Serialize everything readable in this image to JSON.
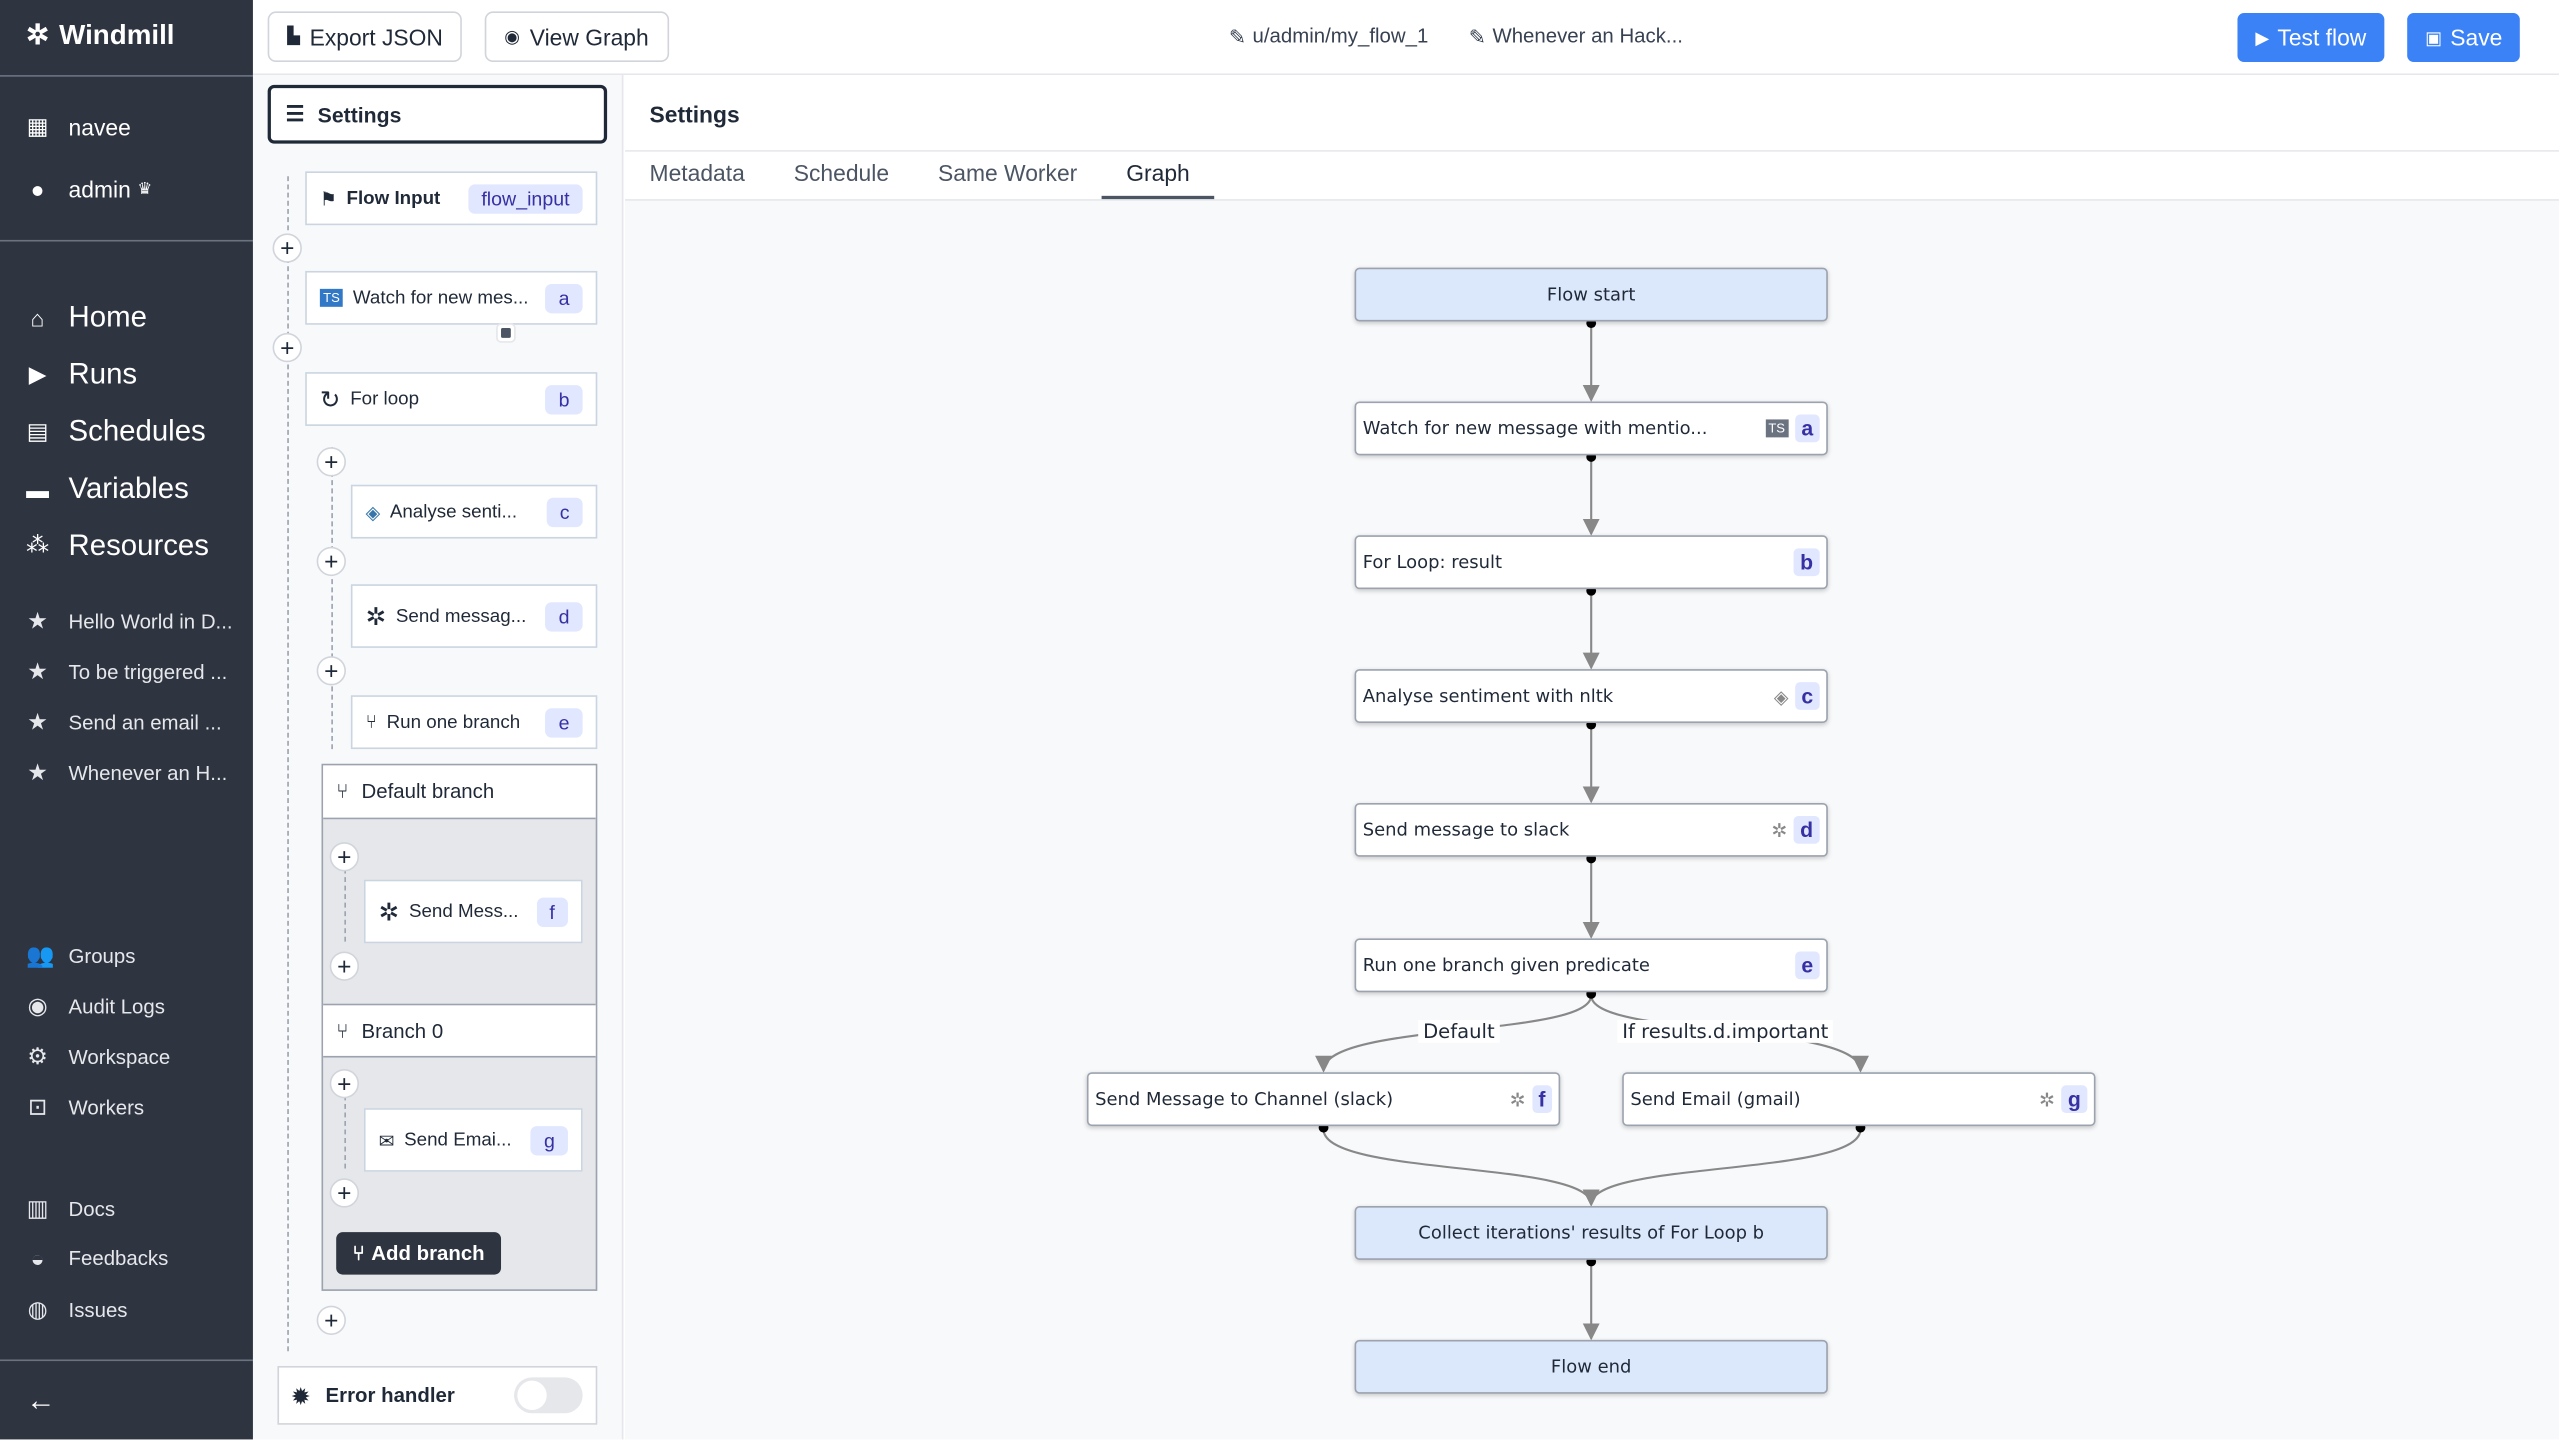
{
  "app": {
    "name": "Windmill"
  },
  "sidebar": {
    "workspace": "navee",
    "user": "admin",
    "nav": [
      {
        "label": "Home",
        "icon": "home-icon"
      },
      {
        "label": "Runs",
        "icon": "play-icon"
      },
      {
        "label": "Schedules",
        "icon": "calendar-icon"
      },
      {
        "label": "Variables",
        "icon": "wallet-icon"
      },
      {
        "label": "Resources",
        "icon": "cubes-icon"
      }
    ],
    "favorites": [
      "Hello World in D...",
      "To be triggered ...",
      "Send an email ...",
      "Whenever an H..."
    ],
    "admin": [
      "Groups",
      "Audit Logs",
      "Workspace",
      "Workers"
    ],
    "help": [
      "Docs",
      "Feedbacks",
      "Issues"
    ]
  },
  "topbar": {
    "export": "Export JSON",
    "view_graph": "View Graph",
    "path": "u/admin/my_flow_1",
    "summary": "Whenever an Hack...",
    "test": "Test flow",
    "save": "Save",
    "accent": "#3b82f6"
  },
  "left": {
    "settings": "Settings",
    "flow_input": {
      "label": "Flow Input",
      "badge": "flow_input"
    },
    "steps": [
      {
        "label": "Watch for new mes...",
        "id": "a"
      },
      {
        "label": "For loop",
        "id": "b"
      },
      {
        "label": "Analyse senti...",
        "id": "c"
      },
      {
        "label": "Send messag...",
        "id": "d"
      },
      {
        "label": "Run one branch",
        "id": "e"
      }
    ],
    "branches": [
      {
        "label": "Default branch",
        "step": {
          "label": "Send Mess...",
          "id": "f"
        }
      },
      {
        "label": "Branch 0",
        "step": {
          "label": "Send Emai...",
          "id": "g"
        }
      }
    ],
    "add_branch": "Add branch",
    "error_handler": "Error handler"
  },
  "main": {
    "title": "Settings",
    "tabs": [
      "Metadata",
      "Schedule",
      "Same Worker",
      "Graph"
    ],
    "active_tab": "Graph",
    "graph": {
      "start": "Flow start",
      "nodes": [
        {
          "label": "Watch for new message with mentio...",
          "id": "a",
          "icon": "typescript-icon"
        },
        {
          "label": "For Loop: result",
          "id": "b"
        },
        {
          "label": "Analyse sentiment with nltk",
          "id": "c",
          "icon": "python-icon"
        },
        {
          "label": "Send message to slack",
          "id": "d",
          "icon": "windmill-hub-icon"
        },
        {
          "label": "Run one branch given predicate",
          "id": "e"
        },
        {
          "label": "Send Message to Channel (slack)",
          "id": "f",
          "icon": "windmill-hub-icon"
        },
        {
          "label": "Send Email (gmail)",
          "id": "g",
          "icon": "windmill-hub-icon"
        }
      ],
      "edge_labels": [
        "Default",
        "If results.d.important"
      ],
      "collect": "Collect iterations' results of For Loop b",
      "end": "Flow end"
    }
  }
}
